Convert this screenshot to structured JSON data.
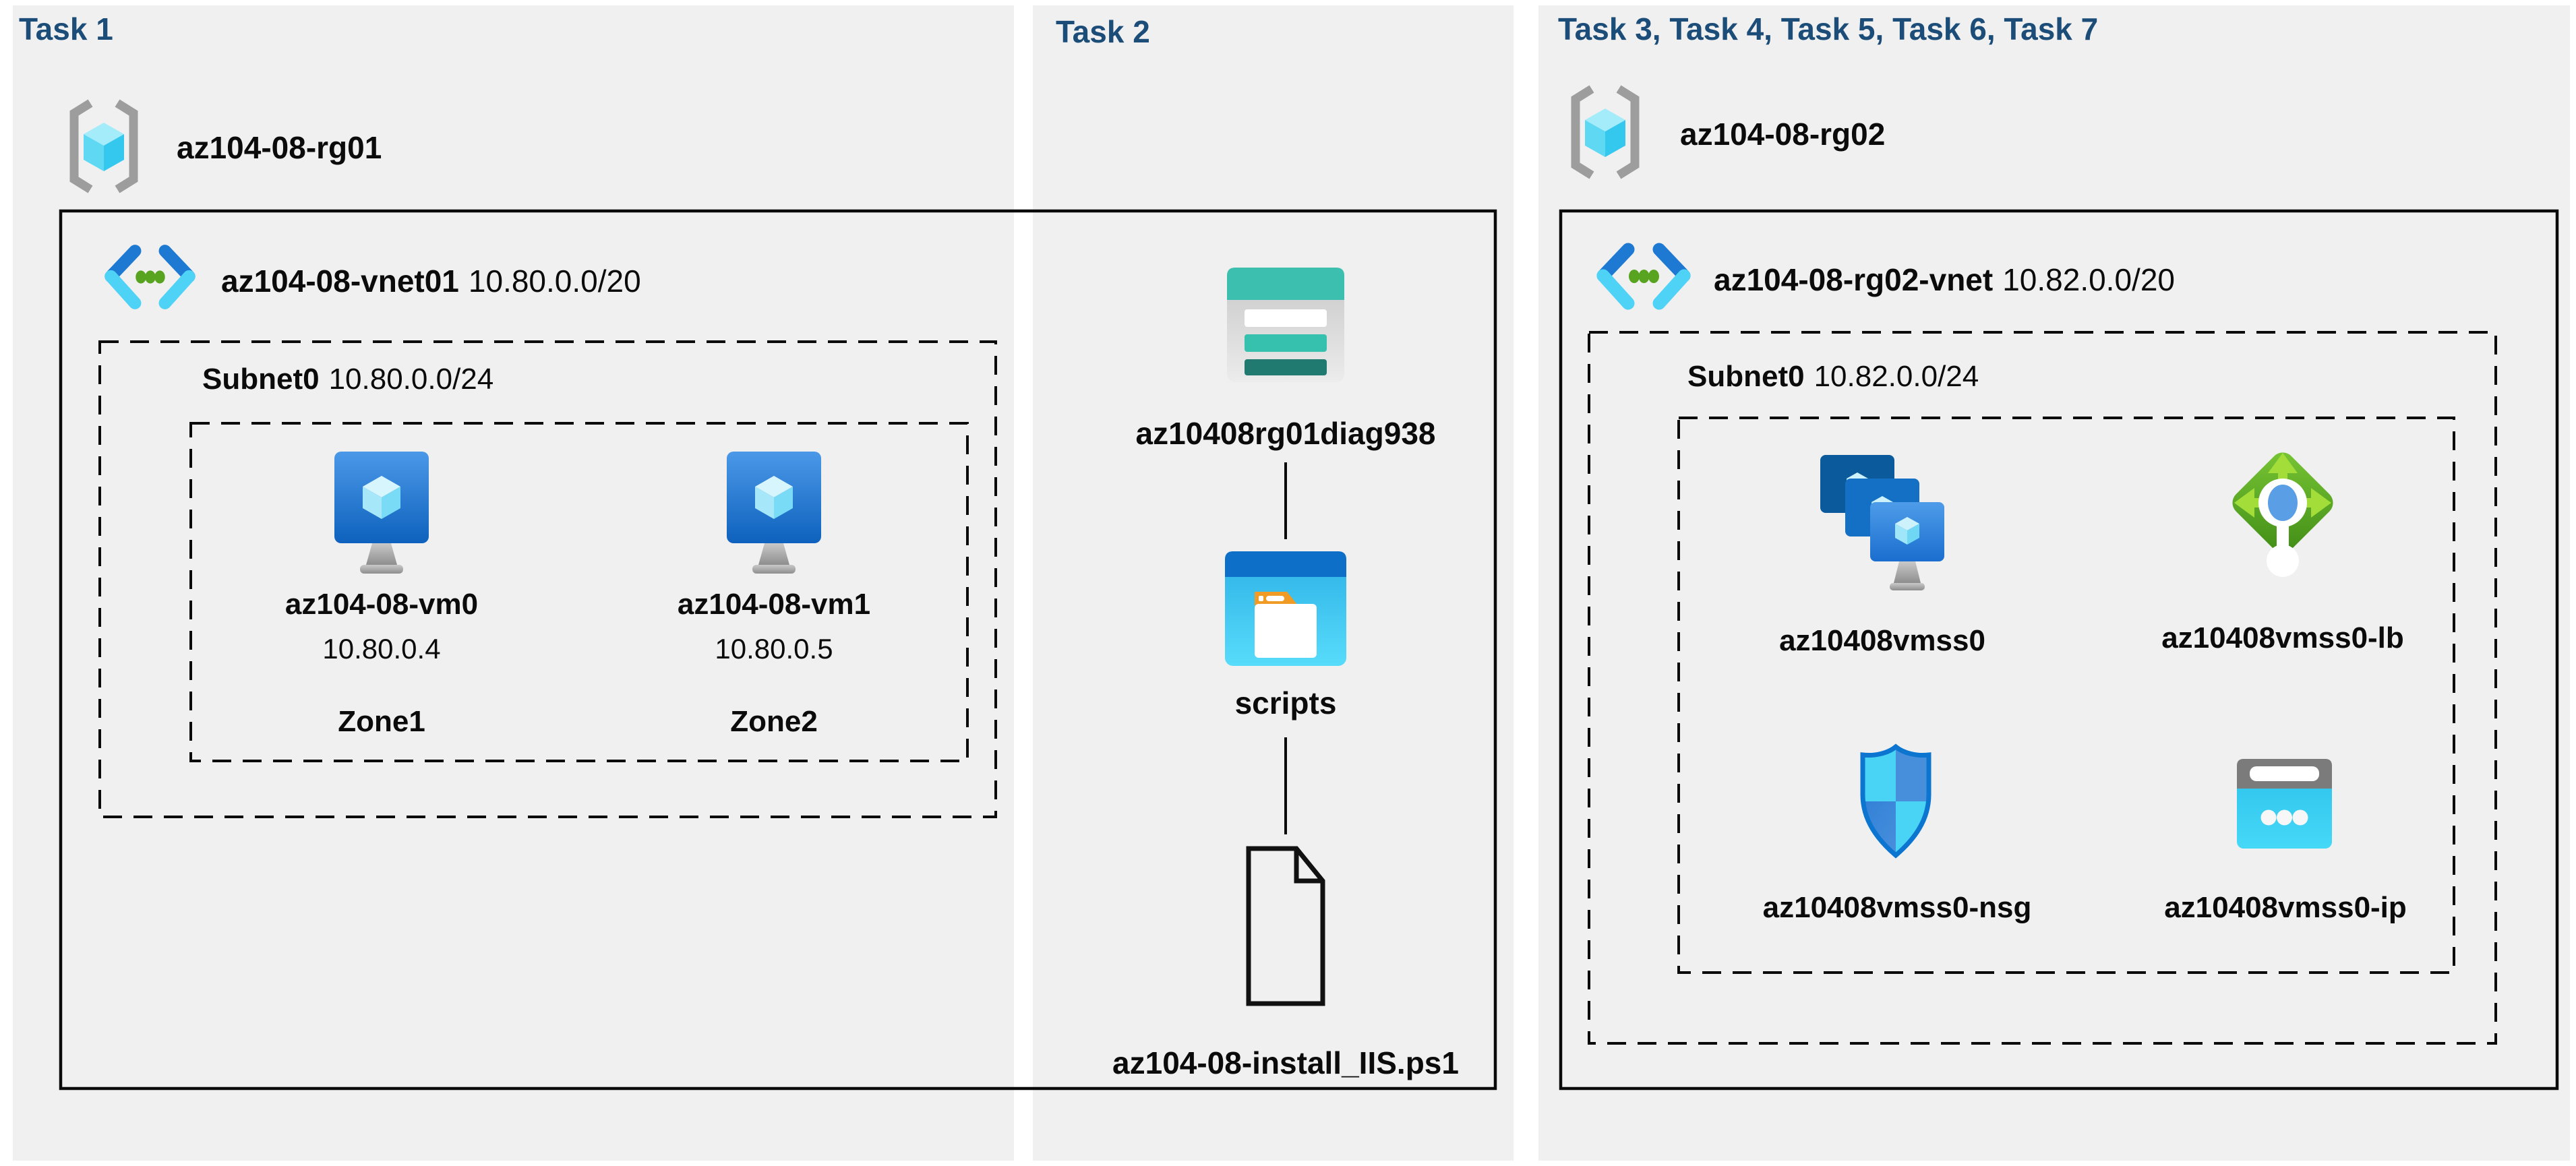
{
  "tasks": {
    "task1": {
      "title": "Task 1",
      "resource_group": "az104-08-rg01",
      "vnet": {
        "name": "az104-08-vnet01",
        "cidr": "10.80.0.0/20"
      },
      "subnet": {
        "name": "Subnet0",
        "cidr": "10.80.0.0/24"
      },
      "vms": [
        {
          "name": "az104-08-vm0",
          "ip": "10.80.0.4",
          "zone": "Zone1"
        },
        {
          "name": "az104-08-vm1",
          "ip": "10.80.0.5",
          "zone": "Zone2"
        }
      ]
    },
    "task2": {
      "title": "Task 2",
      "storage_account": "az10408rg01diag938",
      "container": "scripts",
      "file": "az104-08-install_IIS.ps1"
    },
    "task3": {
      "title": "Task 3, Task 4, Task 5, Task 6, Task 7",
      "resource_group": "az104-08-rg02",
      "vnet": {
        "name": "az104-08-rg02-vnet",
        "cidr": "10.82.0.0/20"
      },
      "subnet": {
        "name": "Subnet0",
        "cidr": "10.82.0.0/24"
      },
      "resources": [
        {
          "name": "az10408vmss0",
          "type": "vm-scale-set"
        },
        {
          "name": "az10408vmss0-lb",
          "type": "load-balancer"
        },
        {
          "name": "az10408vmss0-nsg",
          "type": "network-security-group"
        },
        {
          "name": "az10408vmss0-ip",
          "type": "public-ip"
        }
      ]
    }
  },
  "colors": {
    "navy": "#1c4d78",
    "panel": "#f0f0f1",
    "line": "#0a0a0a",
    "text": "#0b0b0b",
    "azure-blue": "#1d79d2",
    "azure-cyan": "#4ed2f6",
    "vnet-dot-green": "#58a31f",
    "vm-blue-top": "#4b98e8",
    "vm-blue-bottom": "#0e62bd",
    "storage-teal": "#3cbfae",
    "storage-teal-dark": "#207a70",
    "folder-orange": "#f09b25",
    "lb-green": "#5aa724",
    "lb-arrow-green": "#a2dd3a",
    "nsg-cyan": "#49d3f4",
    "nsg-blue": "#478edb",
    "ip-gray": "#7b7b7b",
    "bracket-gray": "#9d9d9d"
  }
}
